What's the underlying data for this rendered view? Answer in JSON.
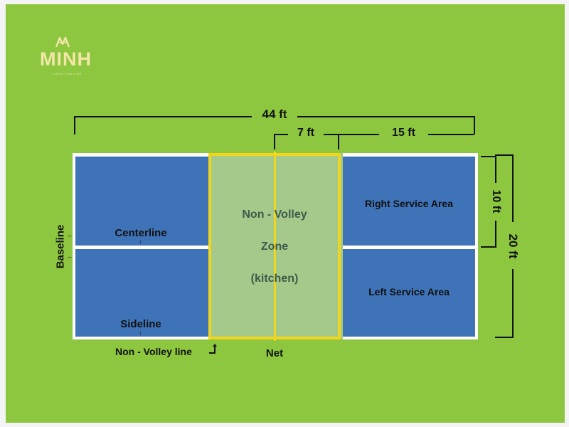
{
  "logo": {
    "mark": "ᐱᐱ",
    "text": "MINH",
    "tagline": "LOGO TAGLINE",
    "color": "#f3e7a8"
  },
  "colors": {
    "background": "#8dc63f",
    "service_area": "#3f73b8",
    "kitchen": "#a5c98a",
    "lines": "#ffffff",
    "kitchen_border": "#f2d61e",
    "dimension": "#111111"
  },
  "dimensions": {
    "total_length": "44 ft",
    "kitchen_half": "7 ft",
    "service_length": "15 ft",
    "half_width": "10 ft",
    "total_width": "20 ft"
  },
  "labels": {
    "kitchen_line1": "Non - Volley",
    "kitchen_line2": "Zone",
    "kitchen_line3": "(kitchen)",
    "right_service": "Right Service Area",
    "left_service": "Left Service Area",
    "centerline": "Centerline",
    "sideline": "Sideline",
    "baseline": "Baseline",
    "non_volley_line": "Non - Volley line",
    "net": "Net"
  }
}
